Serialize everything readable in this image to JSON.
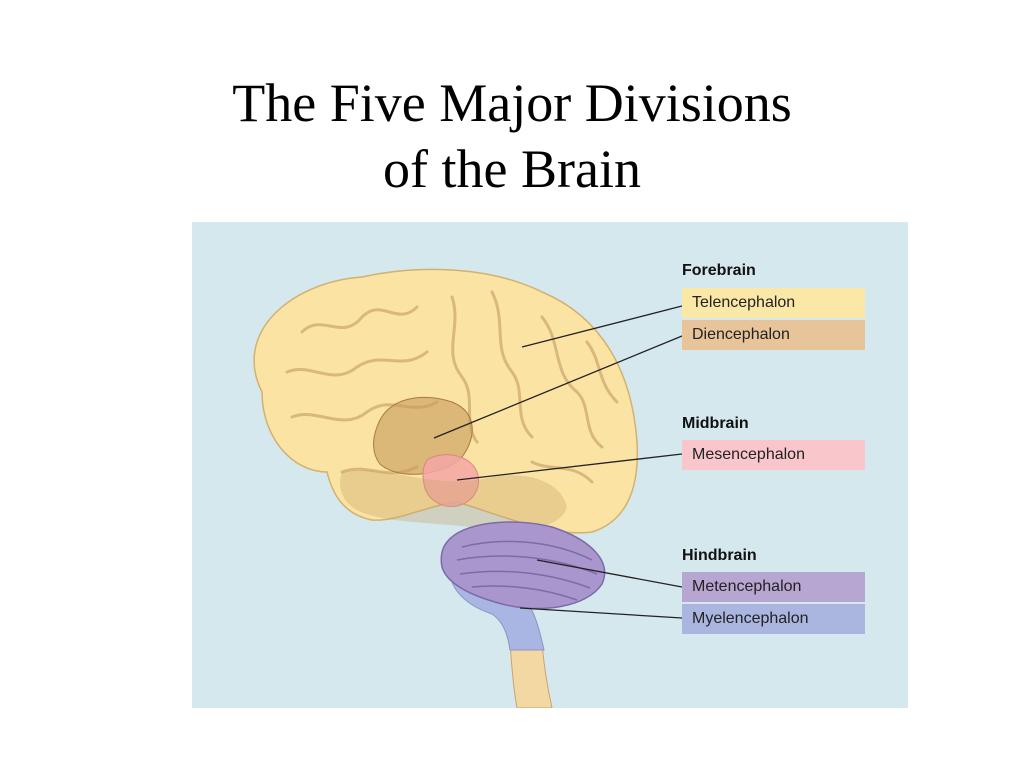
{
  "slide": {
    "title_line1": "The Five Major Divisions",
    "title_line2": "of the Brain"
  },
  "diagram": {
    "groups": [
      {
        "heading": "Forebrain",
        "divisions": [
          {
            "label": "Telencephalon",
            "color": "#fbe7a6"
          },
          {
            "label": "Diencephalon",
            "color": "#e8c49a"
          }
        ]
      },
      {
        "heading": "Midbrain",
        "divisions": [
          {
            "label": "Mesencephalon",
            "color": "#f8c6cb"
          }
        ]
      },
      {
        "heading": "Hindbrain",
        "divisions": [
          {
            "label": "Metencephalon",
            "color": "#b8a6d2"
          },
          {
            "label": "Myelencephalon",
            "color": "#aab6e0"
          }
        ]
      }
    ],
    "background_color": "#d4e8ee"
  }
}
